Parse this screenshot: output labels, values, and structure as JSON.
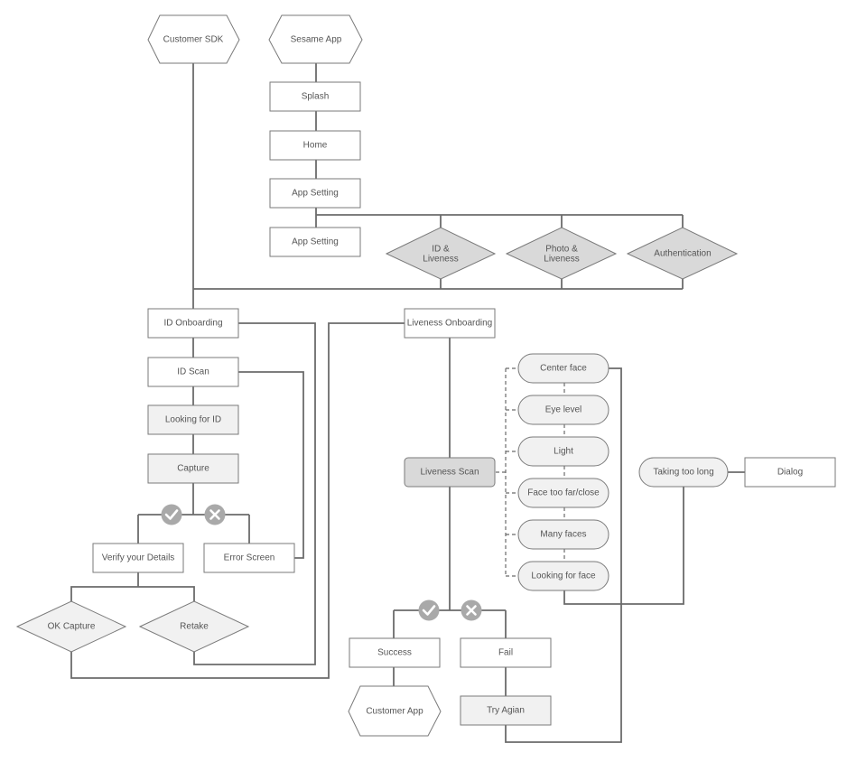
{
  "diagram": {
    "colors": {
      "line": "#6b6b6b",
      "node_border": "#7a7a7a",
      "fill_white": "#ffffff",
      "fill_light": "#f1f1f1",
      "fill_gray": "#d9d9d9",
      "icon_fill": "#a9a9a9",
      "text": "#555555"
    },
    "nodes": {
      "customer_sdk": "Customer SDK",
      "sesame_app": "Sesame App",
      "splash": "Splash",
      "home": "Home",
      "app_setting_1": "App Setting",
      "app_setting_2": "App Setting",
      "id_liveness": [
        "ID &",
        "Liveness"
      ],
      "photo_liveness": [
        "Photo &",
        "Liveness"
      ],
      "authentication": "Authentication",
      "id_onboarding": "ID Onboarding",
      "id_scan": "ID Scan",
      "looking_for_id": "Looking for ID",
      "capture": "Capture",
      "verify_details": "Verify your Details",
      "error_screen": "Error Screen",
      "ok_capture": "OK Capture",
      "retake": "Retake",
      "liveness_onboarding": "Liveness Onboarding",
      "liveness_scan": "Liveness Scan",
      "center_face": "Center face",
      "eye_level": "Eye level",
      "light": "Light",
      "face_far_close": "Face too far/close",
      "many_faces": "Many faces",
      "looking_for_face": "Looking for face",
      "taking_too_long": "Taking too long",
      "dialog": "Dialog",
      "success": "Success",
      "fail": "Fail",
      "customer_app": "Customer App",
      "try_again": "Try Agian"
    },
    "icons": {
      "id_success": "check-circle-icon",
      "id_fail": "x-circle-icon",
      "liveness_success": "check-circle-icon",
      "liveness_fail": "x-circle-icon"
    }
  }
}
